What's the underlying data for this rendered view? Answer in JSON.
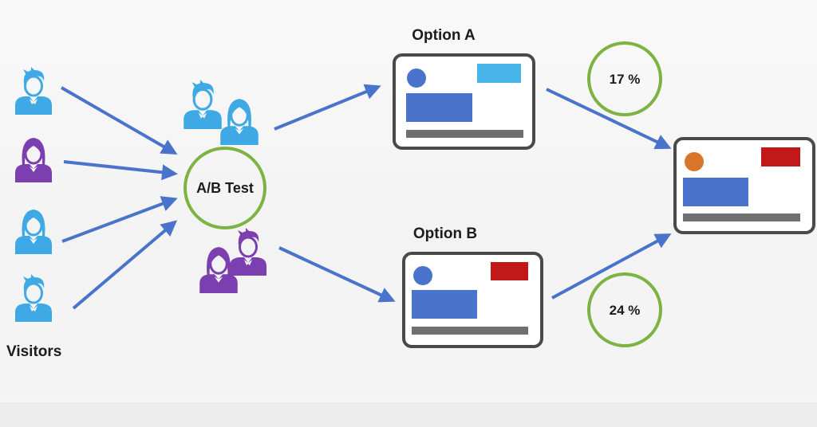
{
  "labels": {
    "visitors": "Visitors",
    "ab_test": "A/B Test",
    "option_a": "Option A",
    "option_b": "Option B",
    "conversion_a": "17 %",
    "conversion_b": "24 %"
  },
  "colors": {
    "arrow": "#4a74cb",
    "circle_stroke": "#7cb342",
    "person_blue": "#3fa9e6",
    "person_purple": "#7b3fb0",
    "frame": "#4a4a4a",
    "block_blue": "#4a74cb",
    "accent_a": "#47b5ea",
    "accent_b": "#c2181a",
    "winner_dot": "#d9742b",
    "bar_gray": "#707070"
  },
  "icons": {
    "visitor_1": "male-user-icon",
    "visitor_2": "female-user-icon",
    "visitor_3": "female-user-icon",
    "visitor_4": "male-user-icon"
  }
}
